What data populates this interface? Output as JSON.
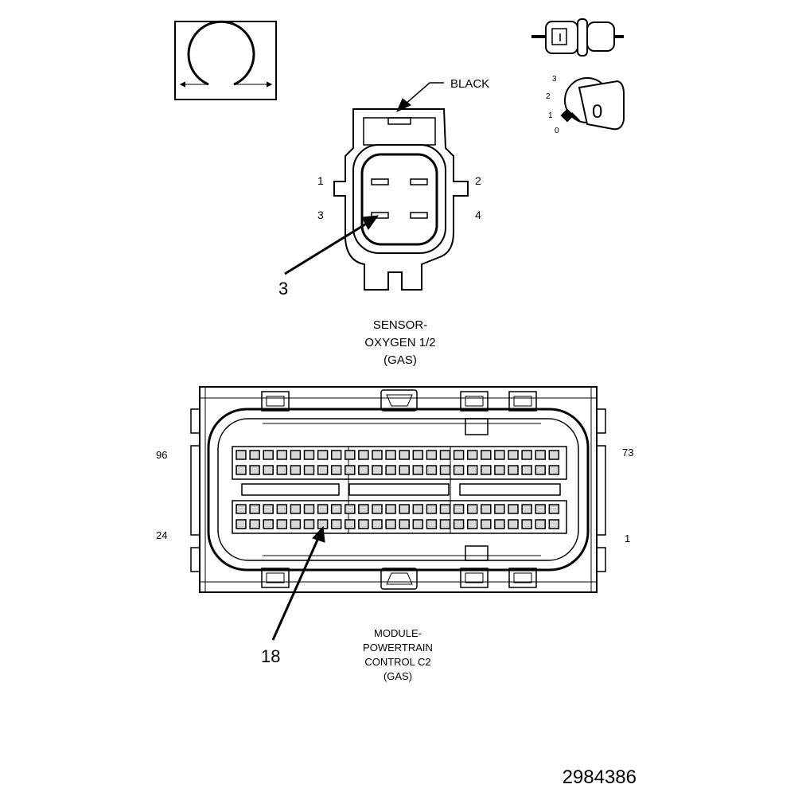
{
  "colors": {
    "line": "#000000",
    "background": "#ffffff",
    "pin_fill": "#d8d8d8",
    "seal_fill": "#cfcfcf"
  },
  "symbols": {
    "omega_icon": "omega-symbol-icon",
    "connector_icon": "in-line-connector-icon",
    "key_icon": "ignition-key-icon",
    "key_positions": [
      "3",
      "2",
      "1",
      "0"
    ],
    "key_label": "0"
  },
  "sensor_connector": {
    "color_label": "BLACK",
    "pins": {
      "p1": "1",
      "p2": "2",
      "p3": "3",
      "p4": "4"
    },
    "callout": "3",
    "title": {
      "line1": "SENSOR-",
      "line2": "OXYGEN 1/2",
      "line3": "(GAS)"
    }
  },
  "pcm_connector": {
    "pins": {
      "top_left": "96",
      "top_right": "73",
      "bottom_left": "24",
      "bottom_right": "1"
    },
    "callout": "18",
    "cavities_per_row": 24,
    "title": {
      "line1": "MODULE-",
      "line2": "POWERTRAIN",
      "line3": "CONTROL C2",
      "line4": "(GAS)"
    }
  },
  "figure_number": "2984386"
}
